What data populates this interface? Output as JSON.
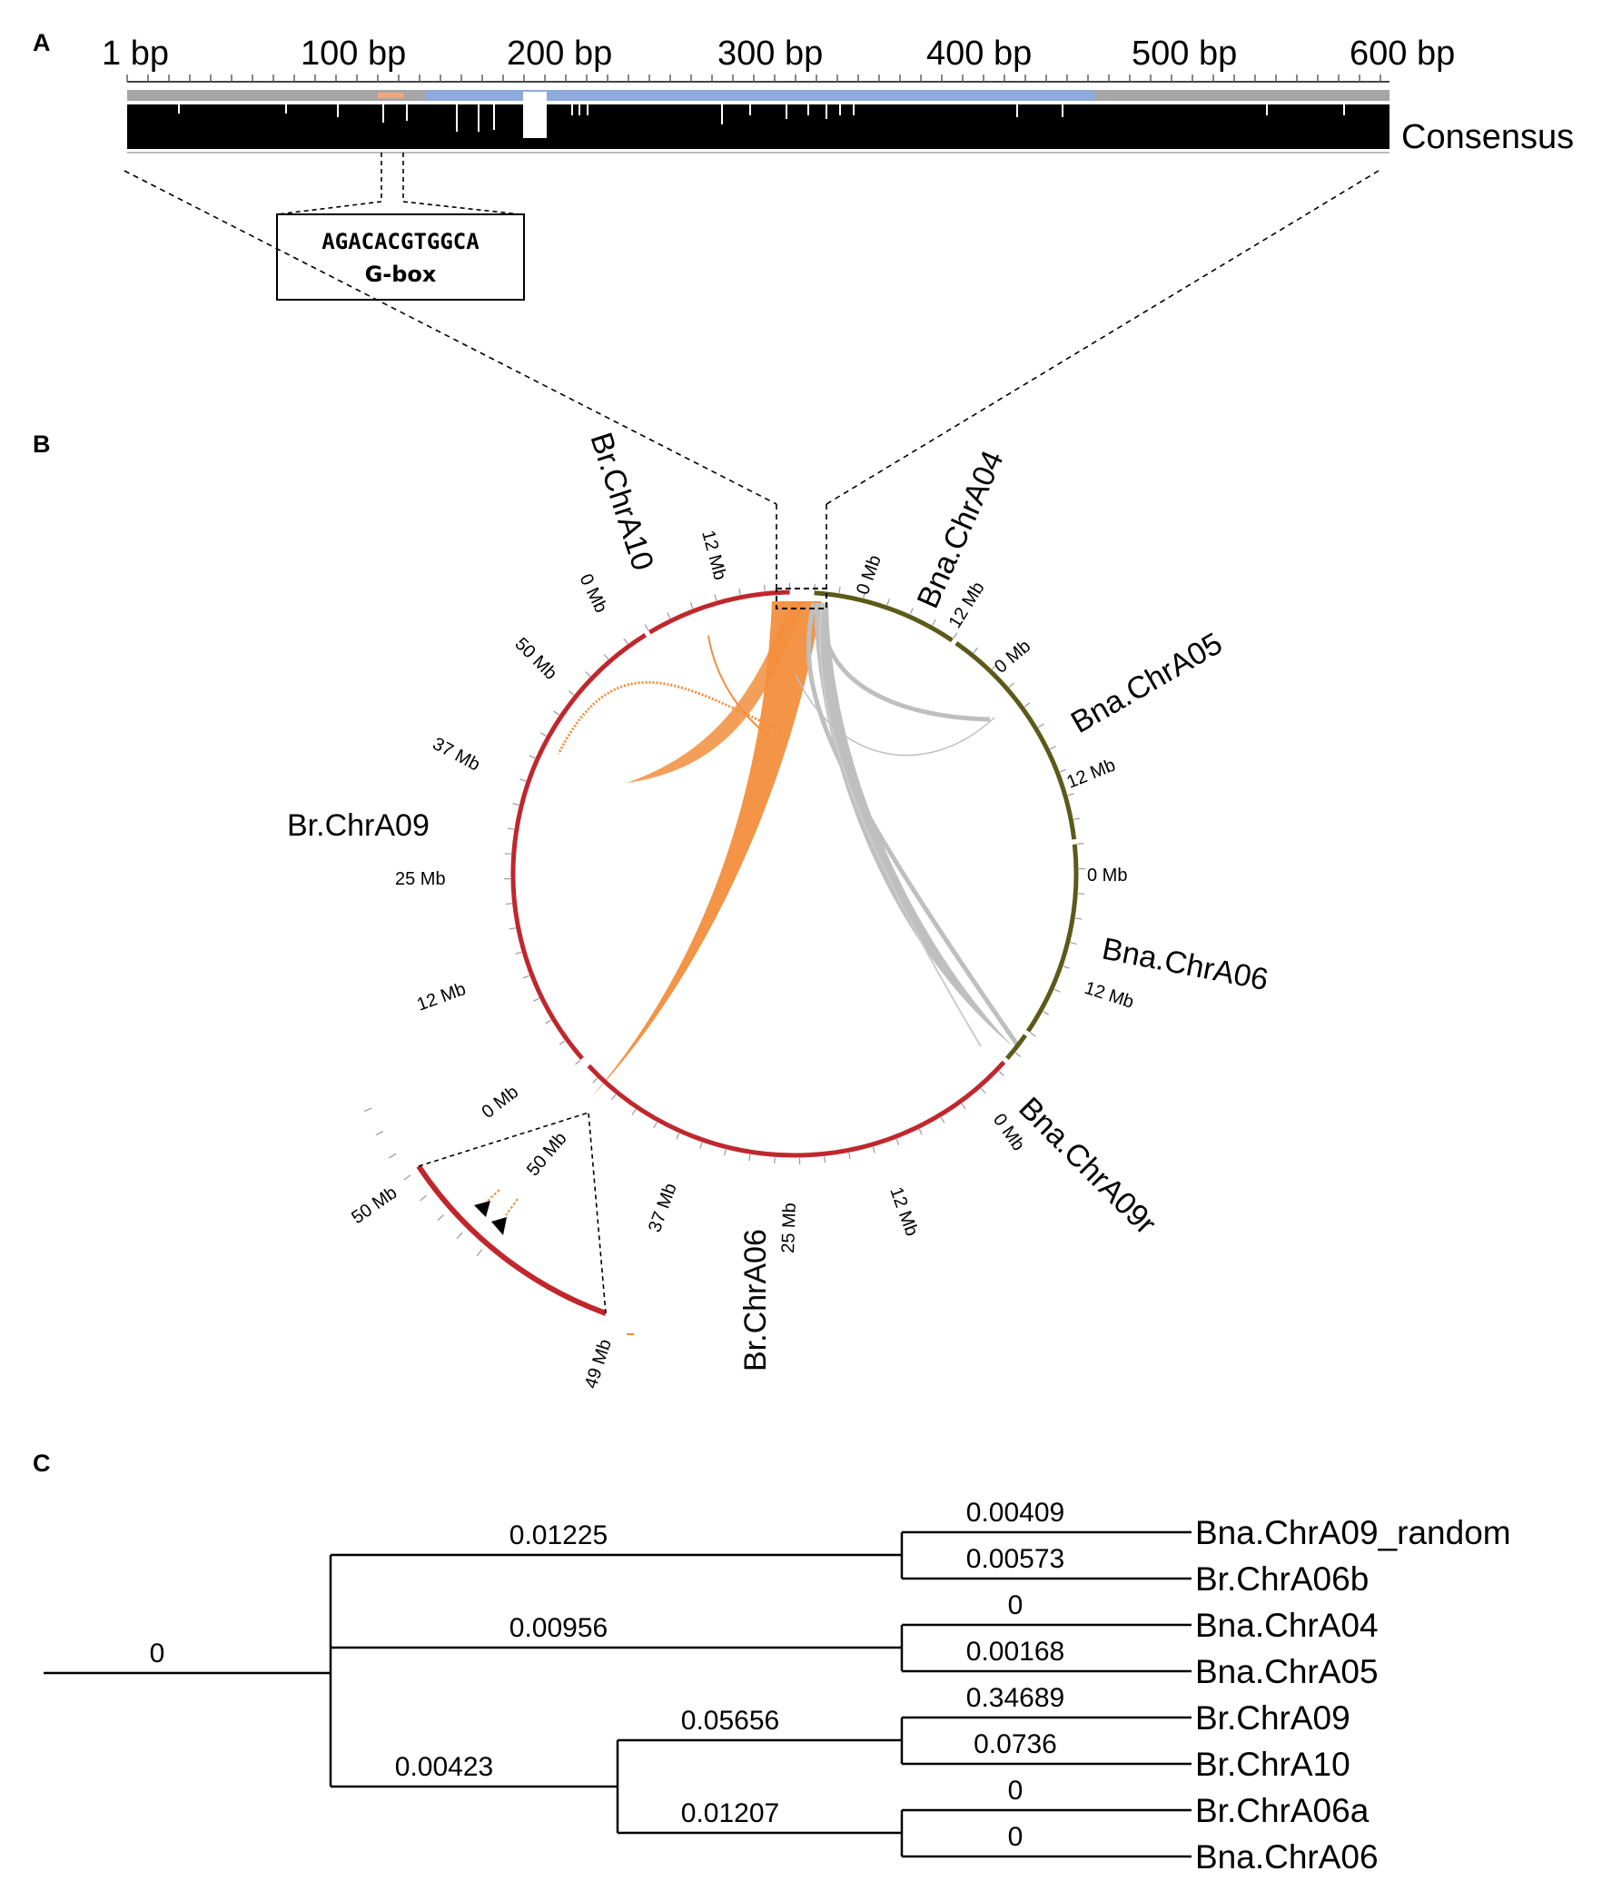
{
  "panels": {
    "a": "A",
    "b": "B",
    "c": "C"
  },
  "panel_a": {
    "axis_labels": [
      "1 bp",
      "100 bp",
      "200 bp",
      "300 bp",
      "400 bp",
      "500 bp",
      "600 bp"
    ],
    "consensus_label": "Consensus",
    "gbox_sequence": "AGACACGTGGCA",
    "gbox_name": "G-box",
    "colors": {
      "gray_track": "#a6a6a6",
      "blue_track": "#8faadc",
      "gbox_mark": "#f4a582",
      "consensus": "#000000"
    }
  },
  "panel_b": {
    "chromosomes": [
      "Br.ChrA10",
      "Bna.ChrA04",
      "Bna.ChrA05",
      "Br.ChrA09",
      "Bna.ChrA06",
      "Bna.ChrA09r",
      "Br.ChrA06"
    ],
    "ticks": {
      "a10_0": "0 Mb",
      "a10_12": "12 Mb",
      "a04_0": "0 Mb",
      "a04_12": "12 Mb",
      "a05_0": "0 Mb",
      "a05_12": "12 Mb",
      "a06n_0": "0 Mb",
      "a06n_12": "12 Mb",
      "a09r_0": "0 Mb",
      "a09_50": "50 Mb",
      "a09_37": "37 Mb",
      "a09_25": "25 Mb",
      "a09_12": "12 Mb",
      "a09_0": "0 Mb",
      "a06_50": "50 Mb",
      "a06_37": "37 Mb",
      "a06_25": "25 Mb",
      "a06_12": "12 Mb",
      "zoom_50": "50 Mb",
      "zoom_49": "49 Mb"
    },
    "colors": {
      "brassica_rapa": "#c0272d",
      "brassica_napus": "#5b5a19",
      "orange_link": "#f28e3c",
      "gray_link": "#bfbfbf"
    }
  },
  "panel_c": {
    "root_label": "0",
    "branch_lengths": {
      "clade1": "0.01225",
      "clade2": "0.00956",
      "clade3": "0.00423",
      "clade3a": "0.05656",
      "clade3b": "0.01207",
      "bna_a09_random": "0.00409",
      "br_a06b": "0.00573",
      "bna_a04": "0",
      "bna_a05": "0.00168",
      "br_a09": "0.34689",
      "br_a10": "0.0736",
      "br_a06a": "0",
      "bna_a06": "0"
    },
    "leaves": [
      "Bna.ChrA09_random",
      "Br.ChrA06b",
      "Bna.ChrA04",
      "Bna.ChrA05",
      "Br.ChrA09",
      "Br.ChrA10",
      "Br.ChrA06a",
      "Bna.ChrA06"
    ]
  }
}
